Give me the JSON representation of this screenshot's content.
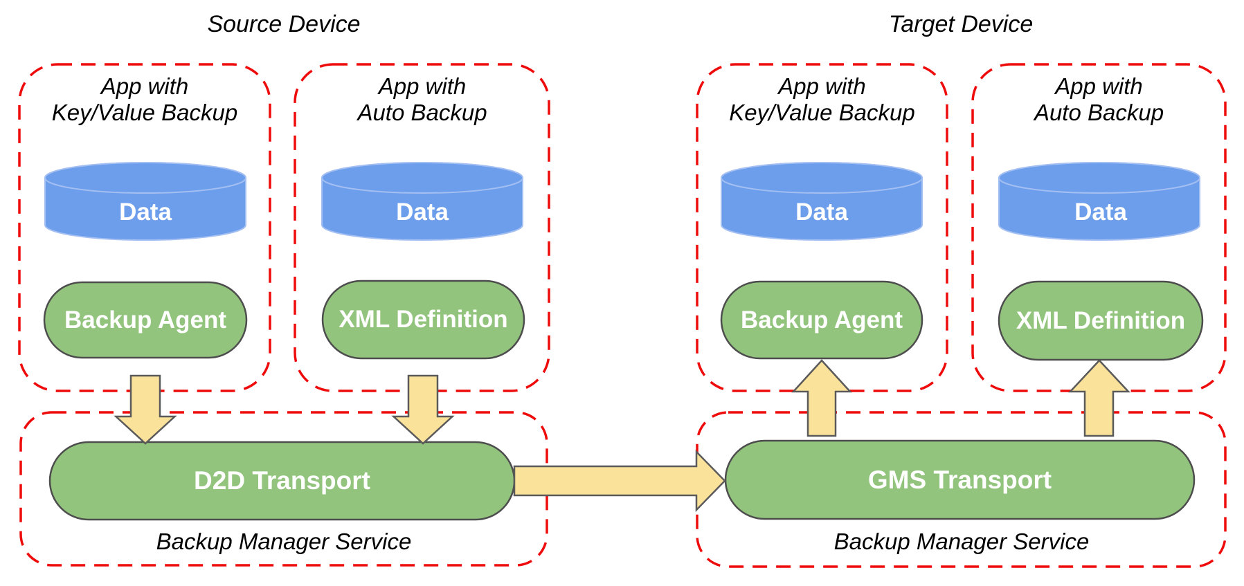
{
  "colors": {
    "dashed_border_red": "#ee0b0b",
    "cylinder_blue": "#6d9eeb",
    "cylinder_blue_stroke": "#a4bff2",
    "pill_green": "#93c47d",
    "pill_green_stroke": "#4d4d4d",
    "arrow_yellow": "#fbe29b",
    "arrow_stroke": "#5a5a5a",
    "title_text": "#000000",
    "label_text_white": "#ffffff"
  },
  "source_device": {
    "title": "Source Device",
    "apps": [
      {
        "label_line1": "App with",
        "label_line2": "Key/Value Backup",
        "data_label": "Data",
        "component_label": "Backup Agent"
      },
      {
        "label_line1": "App with",
        "label_line2": "Auto Backup",
        "data_label": "Data",
        "component_label": "XML Definition"
      }
    ],
    "backup_manager": {
      "transport_label": "D2D Transport",
      "label": "Backup Manager Service"
    }
  },
  "target_device": {
    "title": "Target Device",
    "apps": [
      {
        "label_line1": "App with",
        "label_line2": "Key/Value Backup",
        "data_label": "Data",
        "component_label": "Backup Agent"
      },
      {
        "label_line1": "App with",
        "label_line2": "Auto Backup",
        "data_label": "Data",
        "component_label": "XML Definition"
      }
    ],
    "backup_manager": {
      "transport_label": "GMS Transport",
      "label": "Backup Manager Service"
    }
  }
}
